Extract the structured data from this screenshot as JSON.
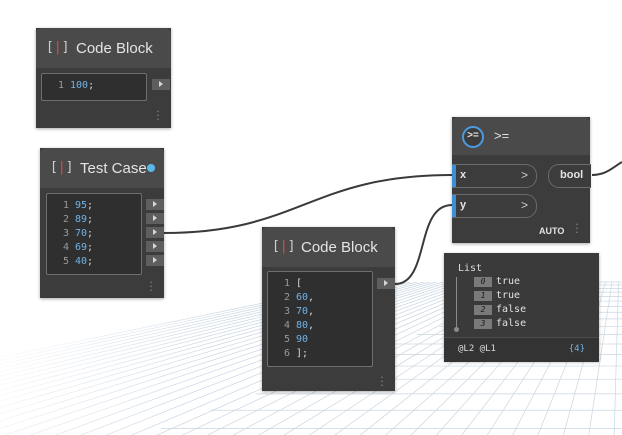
{
  "colors": {
    "node_body": "#3c3c3c",
    "node_header": "#4a4a4a",
    "wire": "#3a3a3a",
    "port_accent": "#3d8ed6",
    "code_number": "#6fb3e8",
    "icon_bracket": "#d94d4d",
    "grid": "#c9d6e2"
  },
  "nodes": {
    "code_block_top": {
      "title": "Code Block",
      "icon": "code-block-icon",
      "lines": [
        {
          "n": "1",
          "text": "100",
          "punct": ";"
        }
      ]
    },
    "test_case": {
      "title": "Test Case",
      "icon": "code-block-icon",
      "lines": [
        {
          "n": "1",
          "text": "95",
          "punct": ";"
        },
        {
          "n": "2",
          "text": "89",
          "punct": ";"
        },
        {
          "n": "3",
          "text": "70",
          "punct": ";"
        },
        {
          "n": "4",
          "text": "69",
          "punct": ";"
        },
        {
          "n": "5",
          "text": "40",
          "punct": ";"
        }
      ]
    },
    "code_block_list": {
      "title": "Code Block",
      "icon": "code-block-icon",
      "lines": [
        {
          "n": "1",
          "text": "",
          "punct": "["
        },
        {
          "n": "2",
          "text": "60",
          "punct": ","
        },
        {
          "n": "3",
          "text": "70",
          "punct": ","
        },
        {
          "n": "4",
          "text": "80",
          "punct": ","
        },
        {
          "n": "5",
          "text": "90",
          "punct": ""
        },
        {
          "n": "6",
          "text": "",
          "punct": "];"
        }
      ]
    },
    "ge_node": {
      "icon_text": ">=",
      "title": ">=",
      "inputs": [
        {
          "label": "x",
          "chevron": ">"
        },
        {
          "label": "y",
          "chevron": ">"
        }
      ],
      "output": "bool",
      "lacing": "AUTO"
    }
  },
  "preview": {
    "title": "List",
    "items": [
      {
        "index": "0",
        "value": "true"
      },
      {
        "index": "1",
        "value": "true"
      },
      {
        "index": "2",
        "value": "false"
      },
      {
        "index": "3",
        "value": "false"
      }
    ],
    "levels": "@L2 @L1",
    "count": "{4}"
  }
}
